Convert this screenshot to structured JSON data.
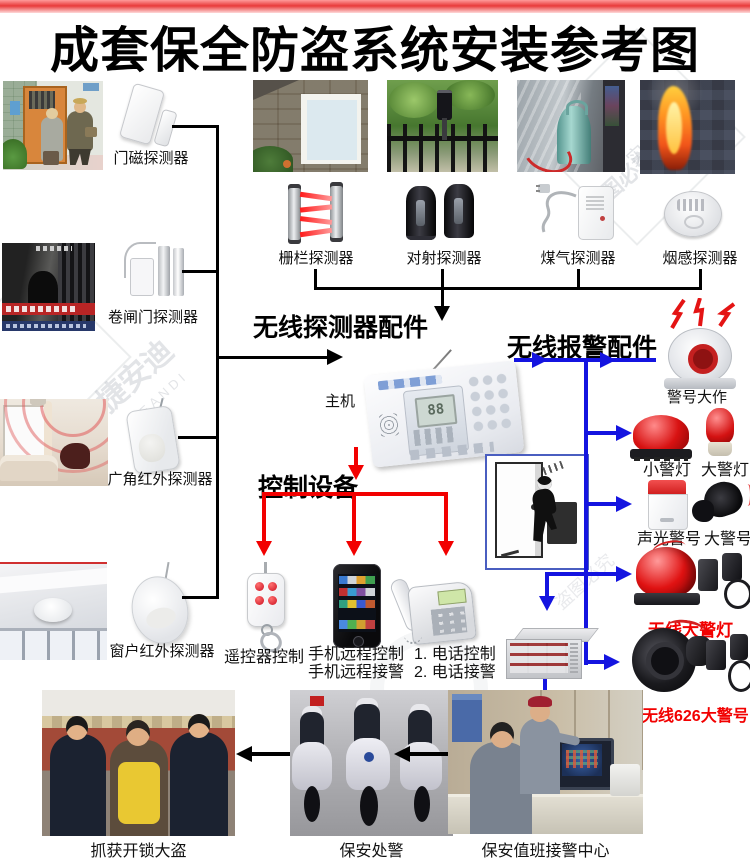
{
  "title": "成套保全防盗系统安装参考图",
  "headings": {
    "wireless_detector_parts": "无线探测器配件",
    "wireless_alarm_parts": "无线报警配件",
    "control_devices": "控制设备",
    "host": "主机"
  },
  "left_column": [
    {
      "label": "门磁探测器"
    },
    {
      "label": "卷闸门探测器"
    },
    {
      "label": "广角红外探测器"
    },
    {
      "label": "窗户红外探测器"
    }
  ],
  "top_row": [
    {
      "label": "栅栏探测器"
    },
    {
      "label": "对射探测器"
    },
    {
      "label": "煤气探测器"
    },
    {
      "label": "烟感探测器"
    }
  ],
  "alarm_column": {
    "siren_active": "警号大作",
    "small_light": "小警灯",
    "big_light": "大警灯",
    "sound_light_siren": "声光警号",
    "big_siren": "大警号",
    "wireless_big_light": "无线大警灯",
    "wireless_626_siren": "无线626大警号"
  },
  "control_row": {
    "remote_label": "遥控器控制",
    "phone_control": "手机远程控制",
    "phone_receive": "手机远程接警",
    "tel_control": "1. 电话控制",
    "tel_receive": "2. 电话接警"
  },
  "bottom_row": [
    {
      "caption": "抓获开锁大盗"
    },
    {
      "caption": "保安处警"
    },
    {
      "caption": "保安值班接警中心"
    }
  ],
  "watermark": {
    "brand_cn": "捷安迪",
    "brand_en": "JIEANDI",
    "line1": "实物拍摄",
    "line2": "盗图必究"
  },
  "colors": {
    "title_bar_red": "#e83a3a",
    "black_line": "#000000",
    "red_line": "#f20000",
    "blue_line": "#1414e0",
    "red_label": "#f20000"
  }
}
